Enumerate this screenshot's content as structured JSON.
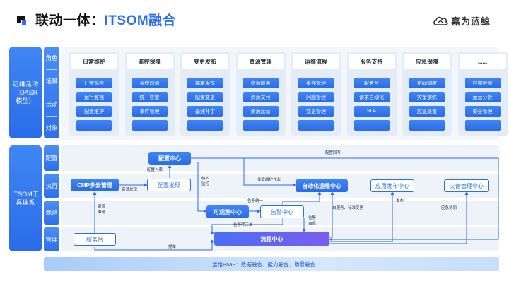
{
  "header": {
    "title_prefix": "联动一体：",
    "title_accent": "ITSOM融合",
    "brand_name": "嘉为蓝鲸",
    "accent_color": "#2b6ef2"
  },
  "side": {
    "top_label": "运维活动（OASR模型）",
    "bottom_label": "ITSOM工具体系",
    "top_categories": [
      "角色",
      "场景",
      "活动",
      "对象"
    ],
    "bottom_categories": [
      "配置",
      "执行",
      "观测",
      "管理"
    ]
  },
  "capabilities": [
    {
      "title": "日常维护",
      "items": [
        "日常巡检",
        "运行监视",
        "配置维护",
        "..."
      ]
    },
    {
      "title": "监控保障",
      "items": [
        "系统观测",
        "统一告警",
        "事件管理",
        "..."
      ]
    },
    {
      "title": "变更发布",
      "items": [
        "部署发布",
        "配置变更",
        "基线补丁",
        "..."
      ]
    },
    {
      "title": "资源管理",
      "items": [
        "资源服务",
        "资源交付",
        "资源运营",
        "..."
      ]
    },
    {
      "title": "运维流程",
      "items": [
        "事件管理",
        "问题管理",
        "变更管理",
        "..."
      ]
    },
    {
      "title": "服务支持",
      "items": [
        "服务台",
        "请求自动化",
        "SLA",
        "..."
      ]
    },
    {
      "title": "应急保障",
      "items": [
        "协同调度",
        "灾备演练",
        "应急处置",
        "..."
      ]
    },
    {
      "title": "......",
      "items": [
        "异常检测",
        "运营分析",
        "安全管理",
        "..."
      ]
    }
  ],
  "nodes": {
    "config_center": "配置中心",
    "cmp": "CMP多云管理",
    "config_discovery": "配置发现",
    "automation_center": "自动化运维中心",
    "app_release_center": "应用发布中心",
    "dr_center": "灾备管理中心",
    "observability_center": "可观测中心",
    "alert_center": "告警中心",
    "service_desk": "服务台",
    "process_center": "流程中心"
  },
  "edge_labels": {
    "config_callback": "配置回写",
    "config_ingest": "配置入库",
    "resource_discovery": "资源发现",
    "onboard_monitor_1": "纳入",
    "onboard_monitor_2": "监控",
    "linked_ops": "关联维护作业",
    "alert_unify": "告警统一",
    "self_service": "自服务、标准变更",
    "release": "发布",
    "emergency": "应急协同",
    "resource_apply_1": "资源",
    "resource_apply_2": "申请",
    "alert_ticket": "告警转工单",
    "alert_self_heal_1": "告警",
    "alert_self_heal_2": "自愈",
    "ticket": "提单"
  },
  "paas": {
    "label": "运维PaaS：数据融合、能力融合、场景融合"
  }
}
